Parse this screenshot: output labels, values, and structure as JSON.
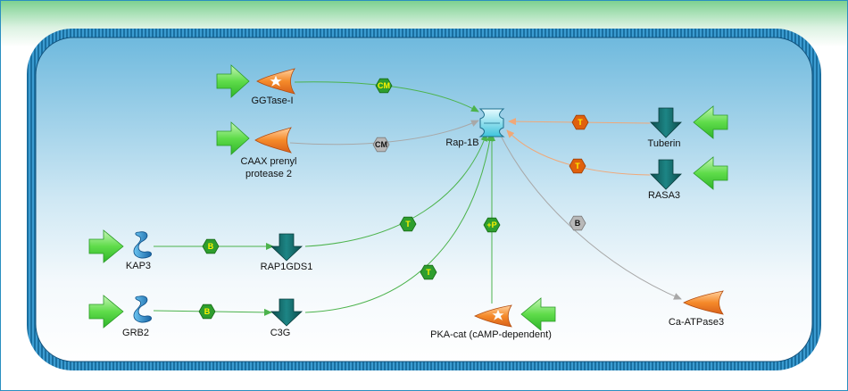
{
  "colors": {
    "background_top": "#7ad08e",
    "cell_membrane": "#1f7fb3",
    "cell_fill_top": "#6cb8dd",
    "cell_fill_bottom": "#ffffff",
    "activation_arrow": "#4cd44c",
    "edge_green": "#4cb34c",
    "edge_gray": "#a8a8a8",
    "edge_orange": "#f0a878",
    "badge_green": "#2e9e2e",
    "badge_gray": "#b8b8b8",
    "badge_orange": "#e0600c",
    "badge_text_yellow": "#fff200",
    "enzyme_orange": "#f08a2c",
    "receptor_teal": "#136a6a",
    "kinase_blue": "#2a88c6",
    "rap_cyan": "#6fd6e8"
  },
  "nodes": {
    "ggtase": {
      "label": "GGTase-I",
      "shape": "enzyme-star",
      "icon": "enzyme-icon"
    },
    "caax": {
      "label_line1": "CAAX prenyl",
      "label_line2": "protease 2",
      "shape": "enzyme",
      "icon": "enzyme-icon"
    },
    "rap1b": {
      "label": "Rap-1B",
      "shape": "gtpase",
      "icon": "gtpase-icon"
    },
    "tuberin": {
      "label": "Tuberin",
      "shape": "regulator",
      "icon": "gap-icon"
    },
    "rasa3": {
      "label": "RASA3",
      "shape": "regulator",
      "icon": "gap-icon"
    },
    "kap3": {
      "label": "KAP3",
      "shape": "adaptor",
      "icon": "adaptor-icon"
    },
    "rap1gds1": {
      "label": "RAP1GDS1",
      "shape": "regulator",
      "icon": "gef-icon"
    },
    "grb2": {
      "label": "GRB2",
      "shape": "adaptor",
      "icon": "adaptor-icon"
    },
    "c3g": {
      "label": "C3G",
      "shape": "regulator",
      "icon": "gef-icon"
    },
    "pka": {
      "label": "PKA-cat (cAMP-dependent)",
      "shape": "enzyme-star",
      "icon": "kinase-icon"
    },
    "atpase": {
      "label": "Ca-ATPase3",
      "shape": "enzyme",
      "icon": "enzyme-icon"
    }
  },
  "edges": [
    {
      "from": "ggtase",
      "to": "rap1b",
      "badge": "CM",
      "type": "activation"
    },
    {
      "from": "caax",
      "to": "rap1b",
      "badge": "CM",
      "type": "unspecified"
    },
    {
      "from": "tuberin",
      "to": "rap1b",
      "badge": "T",
      "type": "inhibition"
    },
    {
      "from": "rasa3",
      "to": "rap1b",
      "badge": "T",
      "type": "inhibition"
    },
    {
      "from": "kap3",
      "to": "rap1gds1",
      "badge": "B",
      "type": "activation"
    },
    {
      "from": "rap1gds1",
      "to": "rap1b",
      "badge": "T",
      "type": "activation"
    },
    {
      "from": "grb2",
      "to": "c3g",
      "badge": "B",
      "type": "activation"
    },
    {
      "from": "c3g",
      "to": "rap1b",
      "badge": "T",
      "type": "activation"
    },
    {
      "from": "pka",
      "to": "rap1b",
      "badge": "+P",
      "type": "activation"
    },
    {
      "from": "rap1b",
      "to": "atpase",
      "badge": "B",
      "type": "unspecified"
    }
  ]
}
